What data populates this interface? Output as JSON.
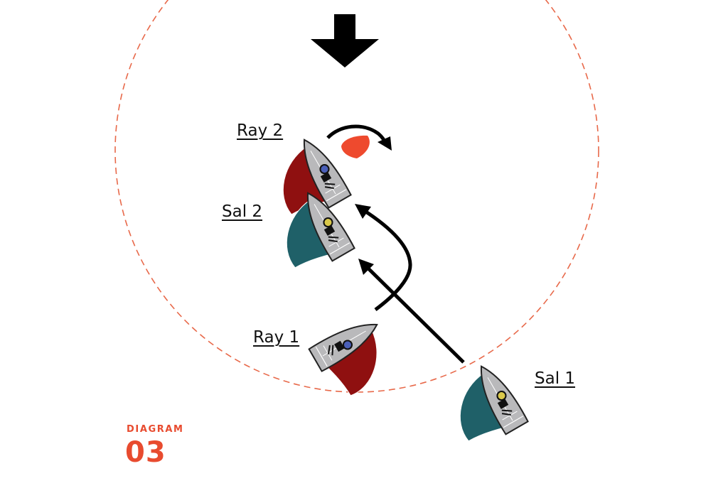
{
  "diagram": {
    "heading_word": "DIAGRAM",
    "heading_number": "03"
  },
  "boats": [
    {
      "label": "Ray 2",
      "sail_color": "#8f1010"
    },
    {
      "label": "Sal 2",
      "sail_color": "#1f6068"
    },
    {
      "label": "Ray 1",
      "sail_color": "#8f1010"
    },
    {
      "label": "Sal 1",
      "sail_color": "#1f6068"
    }
  ],
  "colors": {
    "zone_circle": "#e8694a",
    "mark": "#ee4a2e",
    "hull": "#b9b9bb",
    "arrow": "#000000",
    "accent": "#e84b2f"
  },
  "icons": [
    "wind-arrow-icon",
    "mark-rounding-arrow-icon",
    "course-arrow-icon"
  ]
}
